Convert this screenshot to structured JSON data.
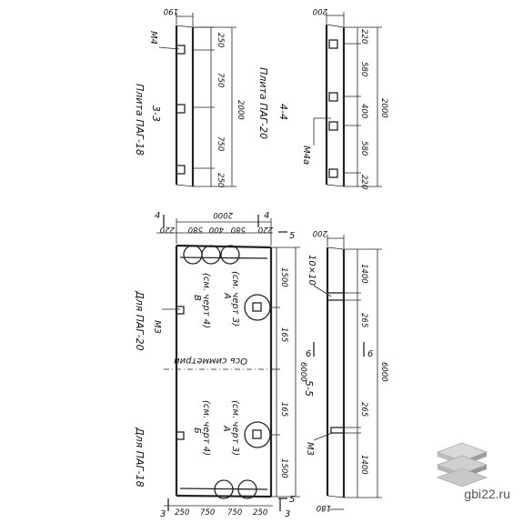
{
  "top_left": {
    "title": "Плита ПАГ-18",
    "section": "3-3",
    "width_dim": "190",
    "mark": "М4",
    "dims": [
      "250",
      "750",
      "750",
      "250"
    ],
    "total": "2000"
  },
  "top_right": {
    "title": "Плита ПАГ-20",
    "section": "4-4",
    "width_dim": "200",
    "mark": "М4а",
    "dims": [
      "220",
      "580",
      "400",
      "580",
      "220"
    ],
    "total": "2000"
  },
  "plan": {
    "title_pag20": "Для ПАГ-20",
    "title_pag18": "Для ПАГ-18",
    "mark_m3": "М3",
    "top_width": "2000",
    "top_dims": [
      "220",
      "580",
      "400",
      "580",
      "220"
    ],
    "bottom_dims": [
      "250",
      "750",
      "750",
      "250"
    ],
    "right_dims": [
      "1500",
      "165",
      "165",
      "1500"
    ],
    "total_length": "6000",
    "axis_label": "Ось симметрии",
    "detail_v": "В",
    "detail_v_ref": "(см. черт 4)",
    "detail_a_top": "А",
    "detail_a_top_ref": "(см. черт 3)",
    "detail_b": "Б",
    "detail_b_ref": "(см. черт 4)",
    "detail_a_bottom": "А",
    "detail_a_bottom_ref": "(см. черт 3)",
    "sec4": "4",
    "sec3": "3",
    "sec5": "5"
  },
  "section55": {
    "title": "5-5",
    "width_dim": "200",
    "bottom_width": "180",
    "weld": "10×10",
    "mark_m3": "М3",
    "dims": [
      "1400",
      "265",
      "265",
      "1400"
    ],
    "total": "6000",
    "sec6": "6"
  },
  "brand": {
    "site": "gbi22.ru",
    "logo": "stacked-slabs-logo"
  }
}
